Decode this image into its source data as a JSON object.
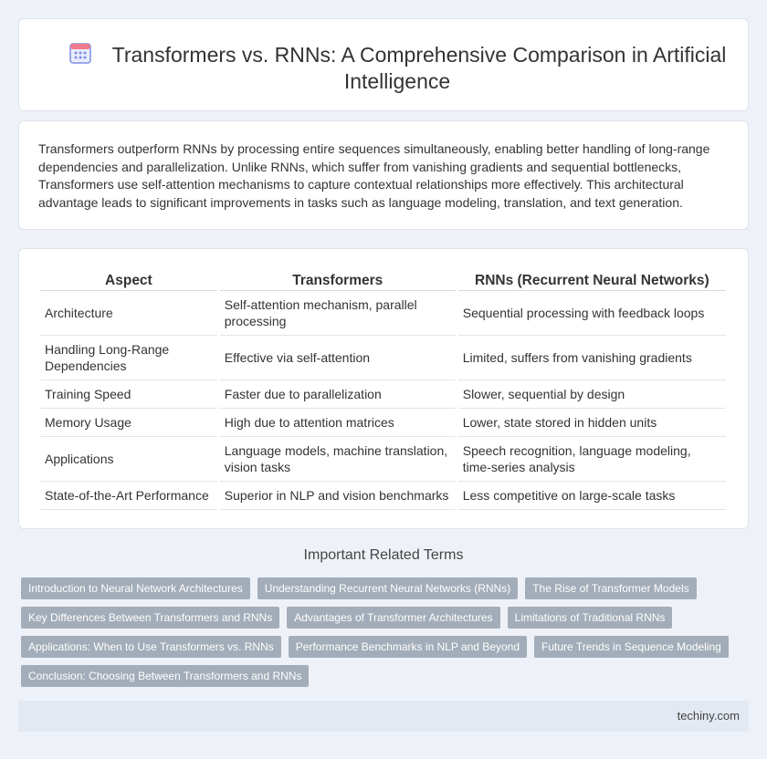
{
  "header": {
    "title": "Transformers vs. RNNs: A Comprehensive Comparison in Artificial Intelligence",
    "icon": "calendar-icon"
  },
  "summary": "Transformers outperform RNNs by processing entire sequences simultaneously, enabling better handling of long-range dependencies and parallelization. Unlike RNNs, which suffer from vanishing gradients and sequential bottlenecks, Transformers use self-attention mechanisms to capture contextual relationships more effectively. This architectural advantage leads to significant improvements in tasks such as language modeling, translation, and text generation.",
  "table": {
    "headers": [
      "Aspect",
      "Transformers",
      "RNNs (Recurrent Neural Networks)"
    ],
    "rows": [
      [
        "Architecture",
        "Self-attention mechanism, parallel processing",
        "Sequential processing with feedback loops"
      ],
      [
        "Handling Long-Range Dependencies",
        "Effective via self-attention",
        "Limited, suffers from vanishing gradients"
      ],
      [
        "Training Speed",
        "Faster due to parallelization",
        "Slower, sequential by design"
      ],
      [
        "Memory Usage",
        "High due to attention matrices",
        "Lower, state stored in hidden units"
      ],
      [
        "Applications",
        "Language models, machine translation, vision tasks",
        "Speech recognition, language modeling, time-series analysis"
      ],
      [
        "State-of-the-Art Performance",
        "Superior in NLP and vision benchmarks",
        "Less competitive on large-scale tasks"
      ]
    ]
  },
  "related": {
    "title": "Important Related Terms",
    "tags": [
      "Introduction to Neural Network Architectures",
      "Understanding Recurrent Neural Networks (RNNs)",
      "The Rise of Transformer Models",
      "Key Differences Between Transformers and RNNs",
      "Advantages of Transformer Architectures",
      "Limitations of Traditional RNNs",
      "Applications: When to Use Transformers vs. RNNs",
      "Performance Benchmarks in NLP and Beyond",
      "Future Trends in Sequence Modeling",
      "Conclusion: Choosing Between Transformers and RNNs"
    ]
  },
  "footer": {
    "site": "techiny.com"
  },
  "colors": {
    "background": "#eef2f8",
    "tag": "#a3adb9",
    "footer": "#e3e9f3"
  }
}
